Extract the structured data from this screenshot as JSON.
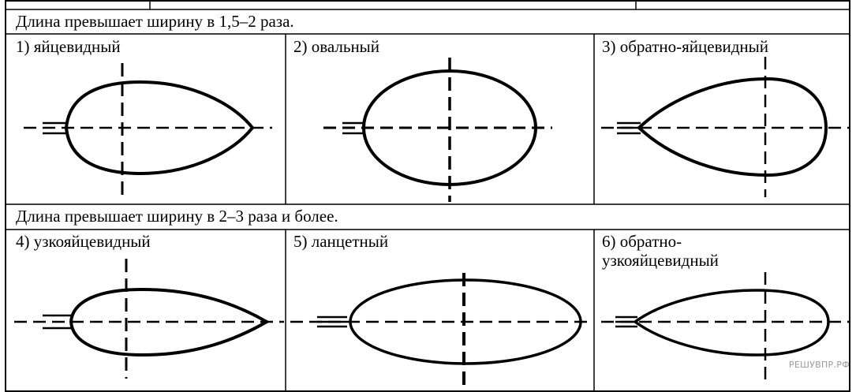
{
  "group_1": {
    "header": "Длина превышает ширину в 1,5–2 раза."
  },
  "group_2": {
    "header": "Длина превышает ширину в 2–3 раза и более."
  },
  "shapes": [
    {
      "label": "1) яйцевидный"
    },
    {
      "label": "2) овальный"
    },
    {
      "label": "3) обратно-яйцевидный"
    },
    {
      "label": "4) узкояйцевидный"
    },
    {
      "label": "5) ланцетный"
    },
    {
      "label": "6) обратно-узкояйцевидный"
    }
  ],
  "watermark": "РЕШУВПР.РФ",
  "colors": {
    "line": "#000000",
    "watermark": "#9a9a9a"
  }
}
